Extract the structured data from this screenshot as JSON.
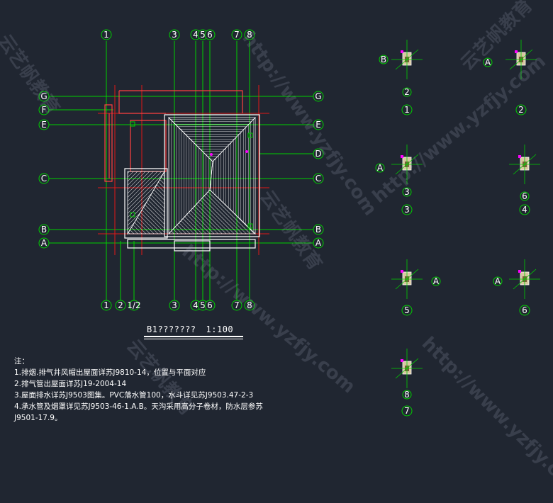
{
  "drawing": {
    "title": "B1???????",
    "scale": "1:100",
    "grid_top": [
      "1",
      "3",
      "4",
      "5",
      "6",
      "7",
      "8"
    ],
    "grid_bottom": [
      "1",
      "2",
      "1/2",
      "3",
      "4",
      "5",
      "6",
      "7",
      "8"
    ],
    "grid_left": [
      "G",
      "F",
      "E",
      "C",
      "B",
      "A"
    ],
    "grid_right": [
      "G",
      "E",
      "D",
      "C",
      "B",
      "A"
    ]
  },
  "details": [
    {
      "id": "1",
      "ref_axis": "B",
      "ref_axis2": "2"
    },
    {
      "id": "2",
      "ref_axis": "A"
    },
    {
      "id": "3",
      "ref_axis": "A",
      "ref_axis2": "3"
    },
    {
      "id": "4",
      "ref_axis": "6"
    },
    {
      "id": "5",
      "ref_axis": "A"
    },
    {
      "id": "6",
      "ref_axis": "A"
    },
    {
      "id": "7",
      "ref_axis": "8"
    }
  ],
  "notes": {
    "heading": "注：",
    "items": [
      "1.排烟.排气井风帽出屋面详苏J9810-14，位置与平面对应",
      "2.排气管出屋面详苏J19-2004-14",
      "3.屋面排水详苏J9503图集。PVC落水管100，水斗详见苏J9503.47-2-3",
      "4.承水管及烟罩详见苏J9503-46-1.A.B。天沟采用高分子卷材，防水层参苏",
      "J9501-17.9。"
    ]
  },
  "watermarks": [
    "云艺帆教育",
    "http://www.yzfjy.com"
  ],
  "colors": {
    "background": "#202631",
    "grid_line": "#00d000",
    "wall": "#ff2020",
    "roof": "#ffffff",
    "accent": "#ff00ff",
    "text": "#ffffff"
  }
}
